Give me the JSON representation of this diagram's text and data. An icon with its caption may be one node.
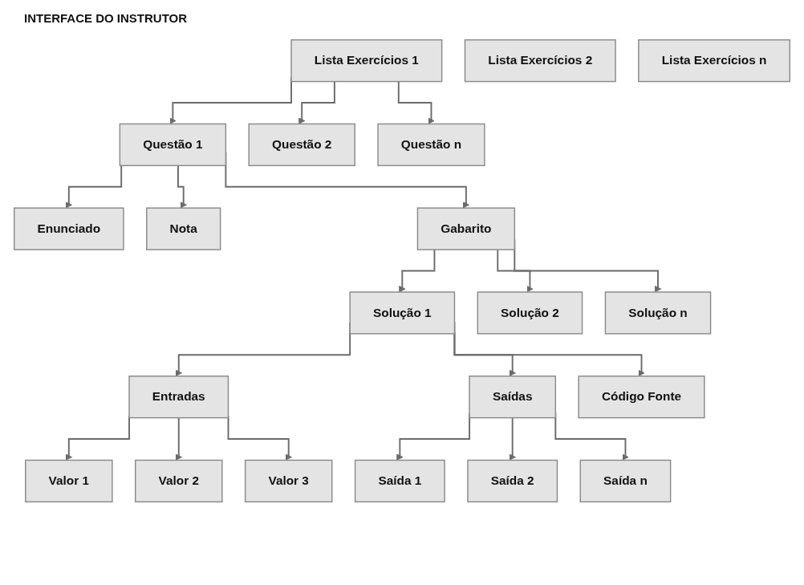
{
  "diagram": {
    "title": "INTERFACE DO INSTRUTOR",
    "nodes": [
      {
        "text": [
          "Lista Exercícios 1"
        ]
      },
      {
        "text": [
          "Lista Exercícios 2"
        ]
      },
      {
        "text": [
          "Lista Exercícios n"
        ]
      },
      {
        "text": [
          "Questão 1"
        ]
      },
      {
        "text": [
          "Questão 2"
        ]
      },
      {
        "text": [
          "Questão n"
        ]
      },
      {
        "text": [
          "Enunciado"
        ]
      },
      {
        "text": [
          "Nota"
        ]
      },
      {
        "text": [
          "Gabarito"
        ]
      },
      {
        "text": [
          "Solução 1"
        ]
      },
      {
        "text": [
          "Solução 2"
        ]
      },
      {
        "text": [
          "Solução n"
        ]
      },
      {
        "text": [
          "Entradas"
        ]
      },
      {
        "text": [
          "Saídas"
        ]
      },
      {
        "text": [
          "Código Fonte"
        ]
      },
      {
        "text": [
          "Valor 1"
        ]
      },
      {
        "text": [
          "Valor 2"
        ]
      },
      {
        "text": [
          "Valor 3"
        ]
      },
      {
        "text": [
          "Saída 1"
        ]
      },
      {
        "text": [
          "Saída 2"
        ]
      },
      {
        "text": [
          "Saída n"
        ]
      }
    ],
    "edges": [
      {
        "from": 0,
        "to": 3,
        "arrow": "to"
      },
      {
        "from": 0,
        "to": 4,
        "arrow": "to"
      },
      {
        "from": 0,
        "to": 5,
        "arrow": "to"
      },
      {
        "from": 3,
        "to": 6,
        "arrow": "to"
      },
      {
        "from": 3,
        "to": 7,
        "arrow": "to"
      },
      {
        "from": 3,
        "to": 8,
        "arrow": "to"
      },
      {
        "from": 8,
        "to": 9,
        "arrow": "to"
      },
      {
        "from": 8,
        "to": 10,
        "arrow": "to"
      },
      {
        "from": 8,
        "to": 11,
        "arrow": "to"
      },
      {
        "from": 9,
        "to": 12,
        "arrow": "to"
      },
      {
        "from": 9,
        "to": 13,
        "arrow": "to"
      },
      {
        "from": 9,
        "to": 14,
        "arrow": "to"
      },
      {
        "from": 12,
        "to": 15,
        "arrow": "to"
      },
      {
        "from": 12,
        "to": 16,
        "arrow": "to"
      },
      {
        "from": 12,
        "to": 17,
        "arrow": "to"
      },
      {
        "from": 13,
        "to": 18,
        "arrow": "to"
      },
      {
        "from": 13,
        "to": 19,
        "arrow": "to"
      },
      {
        "from": 13,
        "to": 20,
        "arrow": "to"
      }
    ]
  }
}
